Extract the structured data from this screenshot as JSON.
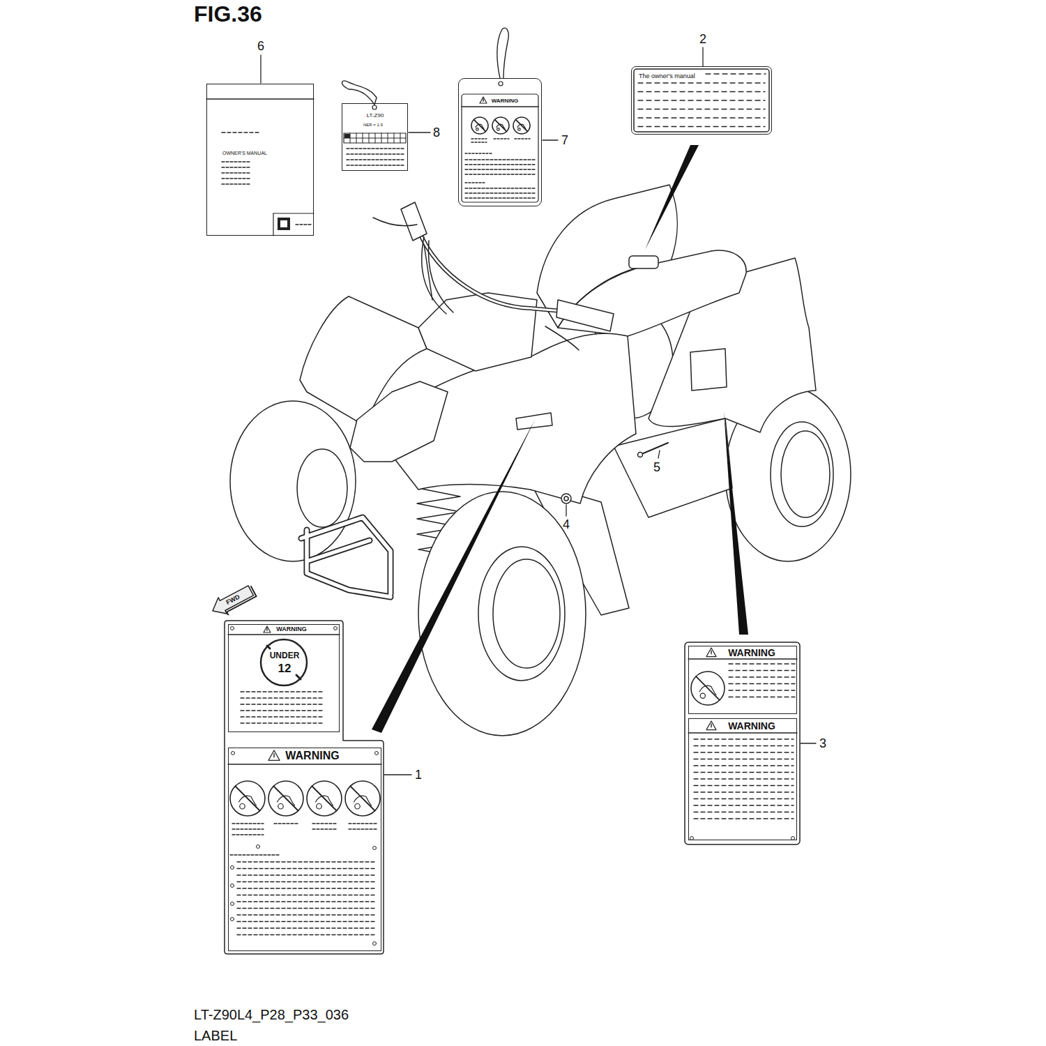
{
  "diagram": {
    "title": "FIG.36",
    "nodes": [
      {
        "text": [
          "OWNER'S MANUAL"
        ]
      },
      {
        "text": [
          "LT-Z90",
          "NER = 1.9"
        ]
      },
      {
        "text": [
          "WARNING"
        ]
      },
      {
        "text": [
          "The owner's manual"
        ]
      },
      {
        "text": [
          "WARNING",
          "UNDER",
          "12"
        ]
      },
      {
        "text": [
          "WARNING"
        ]
      },
      {
        "text": [
          "WARNING"
        ]
      },
      {
        "text": [
          "WARNING"
        ]
      }
    ],
    "labels": [
      "6",
      "8",
      "7",
      "2",
      "5",
      "4",
      "3",
      "1",
      "FWD",
      "LT-Z90L4_P28_P33_036",
      "LABEL"
    ]
  }
}
